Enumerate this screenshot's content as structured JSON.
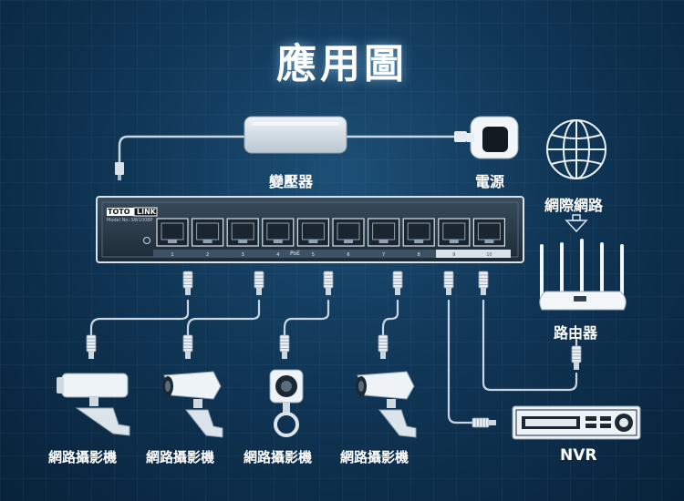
{
  "title": "應用圖",
  "labels": {
    "adapter": "變壓器",
    "power": "電源",
    "internet": "網際網路",
    "router": "路由器",
    "camera_1": "網路攝影機",
    "camera_2": "網路攝影機",
    "camera_3": "網路攝影機",
    "camera_4": "網路攝影機",
    "nvr": "NVR"
  },
  "switch": {
    "brand_left": "TOTO",
    "brand_right": "LINK",
    "model": "Model No.:SW1008P",
    "poe_label": "PoE",
    "port_numbers": [
      "1",
      "2",
      "3",
      "4",
      "5",
      "6",
      "7",
      "8",
      "9",
      "10"
    ]
  },
  "colors": {
    "line": "#c9d6e2",
    "device_light": "#e8eef3",
    "device_dark": "#2b3a47"
  }
}
